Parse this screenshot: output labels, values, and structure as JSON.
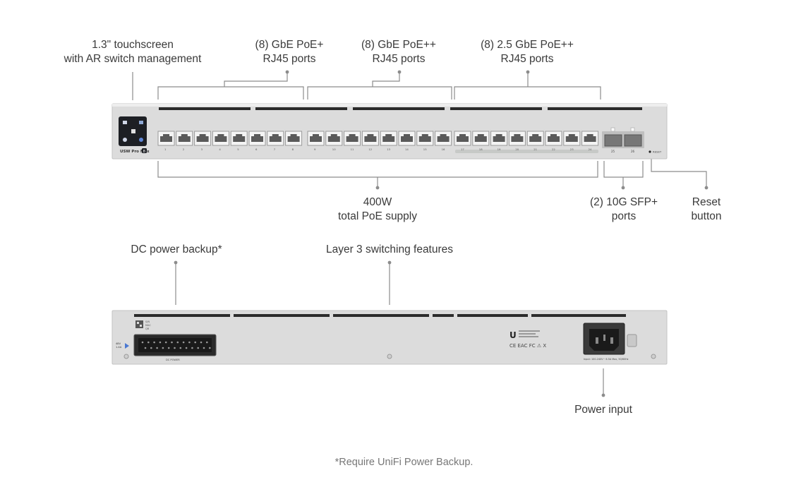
{
  "front_panel": {
    "model_label": "USW Pro Max",
    "model_badge": "8",
    "reset_label": "RESET",
    "sfp_port_numbers": [
      "25",
      "26"
    ],
    "rj45_port_labels": [
      "1",
      "2",
      "3",
      "4",
      "5",
      "6",
      "7",
      "8",
      "9",
      "10",
      "11",
      "12",
      "13",
      "14",
      "15",
      "16",
      "17",
      "18",
      "19",
      "20",
      "21",
      "22",
      "23",
      "24"
    ]
  },
  "back_panel": {
    "dc_connector_label": "DC POWER",
    "dc_side_labels": [
      "48V",
      "1.4A"
    ],
    "sticker_lines": [
      "S/N",
      "MAC",
      "QR"
    ],
    "logo_letter": "U",
    "regulatory_marks": "CE EAC FC ⚠ X",
    "power_rating_text": "Input: 100-240V~ 6.5A Max, 50/60Hz"
  },
  "callouts": {
    "touchscreen": [
      "1.3\" touchscreen",
      "with AR switch management"
    ],
    "poe_plus": [
      "(8) GbE PoE+",
      "RJ45 ports"
    ],
    "poe_plus_plus": [
      "(8) GbE PoE++",
      "RJ45 ports"
    ],
    "poe_25g": [
      "(8) 2.5 GbE PoE++",
      "RJ45 ports"
    ],
    "poe_supply": [
      "400W",
      "total PoE supply"
    ],
    "sfp": [
      "(2) 10G SFP+",
      "ports"
    ],
    "reset": [
      "Reset",
      "button"
    ],
    "dc_backup": "DC power backup*",
    "layer3": "Layer 3 switching features",
    "power_input": "Power input"
  },
  "footnote": "*Require UniFi Power Backup.",
  "colors": {
    "chassis": "#d9d9d9",
    "chassis_dark": "#c8c8c8",
    "vent": "#2b2b2b",
    "leader": "#8c8c8c",
    "screen": "#1d1f24"
  }
}
